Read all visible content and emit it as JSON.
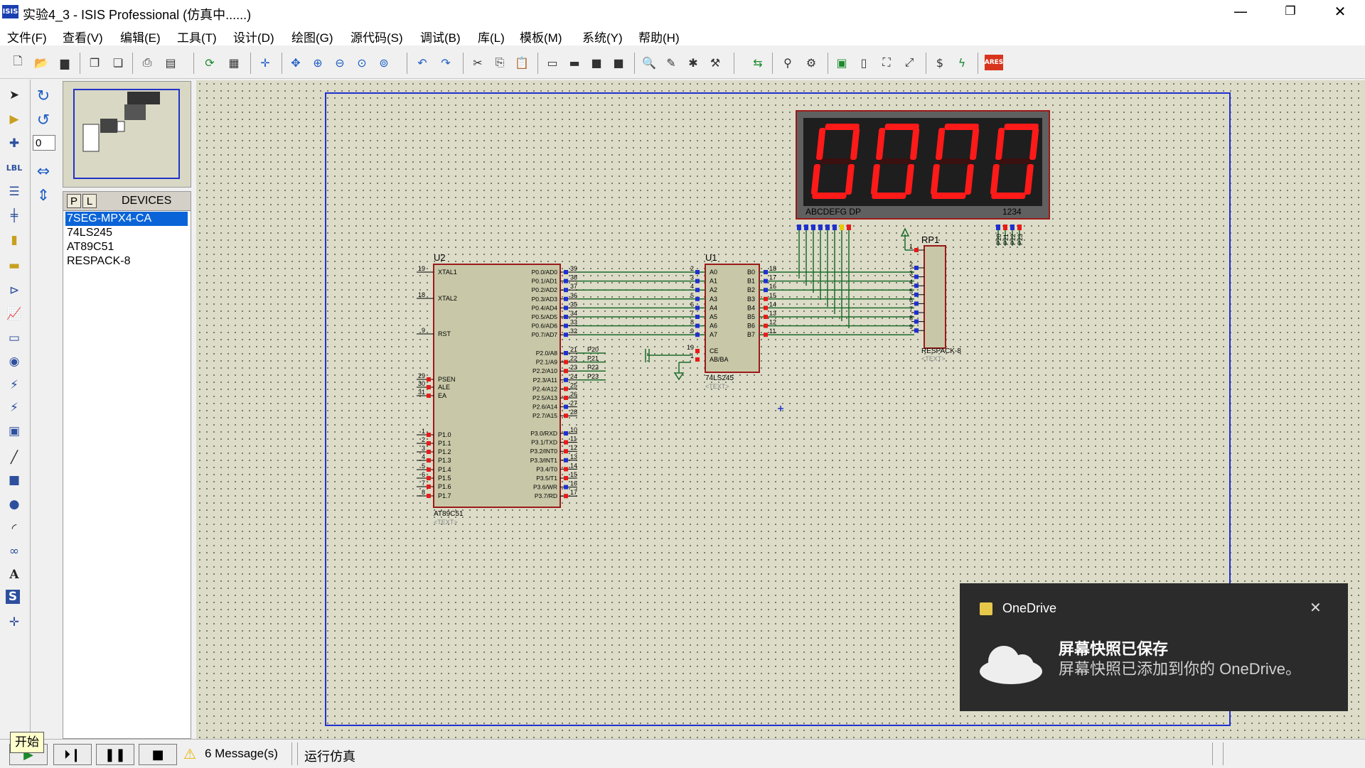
{
  "window": {
    "app_icon": "ISIS",
    "title": "实验4_3 - ISIS Professional (仿真中......)",
    "minimize": "—",
    "restore": "❐",
    "close": "✕"
  },
  "menu": [
    "文件(F)",
    "查看(V)",
    "编辑(E)",
    "工具(T)",
    "设计(D)",
    "绘图(G)",
    "源代码(S)",
    "调试(B)",
    "库(L)",
    "模板(M)",
    "系统(Y)",
    "帮助(H)"
  ],
  "toolbar_icons": [
    "new-file",
    "open-folder",
    "save",
    "import",
    "export",
    "print",
    "print-area",
    "mark-output",
    "refresh",
    "grid",
    "origin",
    "pan",
    "zoom-in",
    "zoom-out",
    "zoom-all",
    "zoom-area",
    "undo",
    "redo",
    "cut",
    "copy",
    "paste",
    "block-copy",
    "block-move",
    "block-rotate",
    "block-delete",
    "pick-device",
    "make-device",
    "package",
    "decompose",
    "wire-autoroute",
    "search",
    "property-assign",
    "new-sheet",
    "remove-sheet",
    "exit-to-parent",
    "zoom-child",
    "bill-of-materials",
    "electrical-rule-check",
    "netlist-to-ares"
  ],
  "rotation": {
    "angle_value": "0"
  },
  "device_panel": {
    "p_button": "P",
    "l_button": "L",
    "title": "DEVICES",
    "items": [
      "7SEG-MPX4-CA",
      "74LS245",
      "AT89C51",
      "RESPACK-8"
    ],
    "selected_index": 0
  },
  "schematic": {
    "display": {
      "digits": [
        "0",
        "0",
        "0",
        "0"
      ],
      "segment_label": "ABCDEFG DP",
      "digit_label": "1234"
    },
    "mcu": {
      "ref": "U2",
      "part": "AT89C51",
      "text": "<TEXT>",
      "left_pins": [
        {
          "num": "19",
          "name": "XTAL1"
        },
        {
          "num": "18",
          "name": "XTAL2"
        },
        {
          "num": "9",
          "name": "RST"
        },
        {
          "num": "29",
          "name": "PSEN"
        },
        {
          "num": "30",
          "name": "ALE"
        },
        {
          "num": "31",
          "name": "EA"
        },
        {
          "num": "1",
          "name": "P1.0"
        },
        {
          "num": "2",
          "name": "P1.1"
        },
        {
          "num": "3",
          "name": "P1.2"
        },
        {
          "num": "4",
          "name": "P1.3"
        },
        {
          "num": "5",
          "name": "P1.4"
        },
        {
          "num": "6",
          "name": "P1.5"
        },
        {
          "num": "7",
          "name": "P1.6"
        },
        {
          "num": "8",
          "name": "P1.7"
        }
      ],
      "right_pins_p0": [
        {
          "num": "39",
          "name": "P0.0/AD0"
        },
        {
          "num": "38",
          "name": "P0.1/AD1"
        },
        {
          "num": "37",
          "name": "P0.2/AD2"
        },
        {
          "num": "36",
          "name": "P0.3/AD3"
        },
        {
          "num": "35",
          "name": "P0.4/AD4"
        },
        {
          "num": "34",
          "name": "P0.5/AD5"
        },
        {
          "num": "33",
          "name": "P0.6/AD6"
        },
        {
          "num": "32",
          "name": "P0.7/AD7"
        }
      ],
      "right_pins_p2": [
        {
          "num": "21",
          "name": "P2.0/A8"
        },
        {
          "num": "22",
          "name": "P2.1/A9"
        },
        {
          "num": "23",
          "name": "P2.2/A10"
        },
        {
          "num": "24",
          "name": "P2.3/A11"
        },
        {
          "num": "25",
          "name": "P2.4/A12"
        },
        {
          "num": "26",
          "name": "P2.5/A13"
        },
        {
          "num": "27",
          "name": "P2.6/A14"
        },
        {
          "num": "28",
          "name": "P2.7/A15"
        }
      ],
      "right_pins_p3": [
        {
          "num": "10",
          "name": "P3.0/RXD"
        },
        {
          "num": "11",
          "name": "P3.1/TXD"
        },
        {
          "num": "12",
          "name": "P3.2/INT0"
        },
        {
          "num": "13",
          "name": "P3.3/INT1"
        },
        {
          "num": "14",
          "name": "P3.4/T0"
        },
        {
          "num": "15",
          "name": "P3.5/T1"
        },
        {
          "num": "16",
          "name": "P3.6/WR"
        },
        {
          "num": "17",
          "name": "P3.7/RD"
        }
      ],
      "p2_net_labels": [
        "P20",
        "P21",
        "P22",
        "P23"
      ]
    },
    "buffer": {
      "ref": "U1",
      "part": "74LS245",
      "text": "<TEXT>",
      "a_pins": [
        {
          "num": "2",
          "name": "A0"
        },
        {
          "num": "3",
          "name": "A1"
        },
        {
          "num": "4",
          "name": "A2"
        },
        {
          "num": "5",
          "name": "A3"
        },
        {
          "num": "6",
          "name": "A4"
        },
        {
          "num": "7",
          "name": "A5"
        },
        {
          "num": "8",
          "name": "A6"
        },
        {
          "num": "9",
          "name": "A7"
        }
      ],
      "b_pins": [
        {
          "num": "18",
          "name": "B0"
        },
        {
          "num": "17",
          "name": "B1"
        },
        {
          "num": "16",
          "name": "B2"
        },
        {
          "num": "15",
          "name": "B3"
        },
        {
          "num": "14",
          "name": "B4"
        },
        {
          "num": "13",
          "name": "B5"
        },
        {
          "num": "12",
          "name": "B6"
        },
        {
          "num": "11",
          "name": "B7"
        }
      ],
      "ctrl_pins": [
        {
          "num": "19",
          "name": "CE"
        },
        {
          "num": "1",
          "name": "AB/BA"
        }
      ]
    },
    "respack": {
      "ref": "RP1",
      "part": "RESPACK-8",
      "text": "<TEXT>",
      "pins": [
        "1",
        "2",
        "3",
        "4",
        "5",
        "6",
        "7",
        "8",
        "9"
      ]
    },
    "digit_net_labels": [
      "P20",
      "P21",
      "P22",
      "P23"
    ]
  },
  "status": {
    "start_label": "开始",
    "messages": "6 Message(s)",
    "state": "运行仿真"
  },
  "toast": {
    "app": "OneDrive",
    "title": "屏幕快照已保存",
    "body": "屏幕快照已添加到你的 OneDrive。"
  },
  "colors": {
    "canvas": "#dcdcc8",
    "component_fill": "#c8c8a8",
    "component_border": "#9b1a1a",
    "wire": "#1b6b2b",
    "segment_on": "#ff1a1a",
    "sheet_border": "#2030d0"
  }
}
